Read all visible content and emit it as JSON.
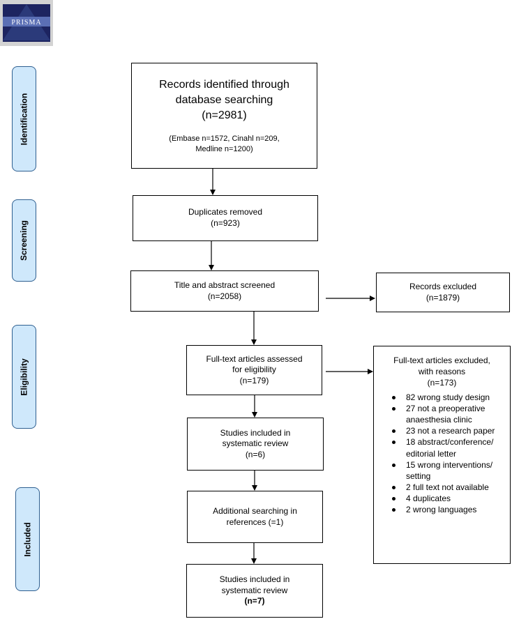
{
  "logo": {
    "text": "PRISMA"
  },
  "stages": {
    "identification": "Identification",
    "screening": "Screening",
    "eligibility": "Eligibility",
    "included": "Included"
  },
  "boxes": {
    "records_identified": {
      "line1": "Records identified through",
      "line2": "database searching",
      "line3": "(n=2981)",
      "detail1": "(Embase n=1572, Cinahl n=209,",
      "detail2": "Medline n=1200)"
    },
    "duplicates": {
      "line1": "Duplicates removed",
      "line2": "(n=923)"
    },
    "screened": {
      "line1": "Title and abstract screened",
      "line2": "(n=2058)"
    },
    "records_excluded": {
      "line1": "Records excluded",
      "line2": "(n=1879)"
    },
    "fulltext_assessed": {
      "line1": "Full-text articles assessed",
      "line2": "for eligibility",
      "line3": "(n=179)"
    },
    "fulltext_excluded": {
      "line1": "Full-text articles excluded,",
      "line2": "with reasons",
      "line3": "(n=173)",
      "reasons": [
        [
          "82 wrong study design"
        ],
        [
          "27 not a preoperative",
          "anaesthesia clinic"
        ],
        [
          "23 not a research paper"
        ],
        [
          "18 abstract/conference/",
          "editorial letter"
        ],
        [
          "15 wrong interventions/",
          "setting"
        ],
        [
          "2 full text not available"
        ],
        [
          "4 duplicates"
        ],
        [
          "2 wrong languages"
        ]
      ]
    },
    "included_review_1": {
      "line1": "Studies included in",
      "line2": "systematic review",
      "line3": "(n=6)"
    },
    "additional_search": {
      "line1": "Additional searching in",
      "line2": "references (=1)"
    },
    "included_review_2": {
      "line1": "Studies included in",
      "line2": "systematic review",
      "line3": "(n=7)"
    }
  }
}
